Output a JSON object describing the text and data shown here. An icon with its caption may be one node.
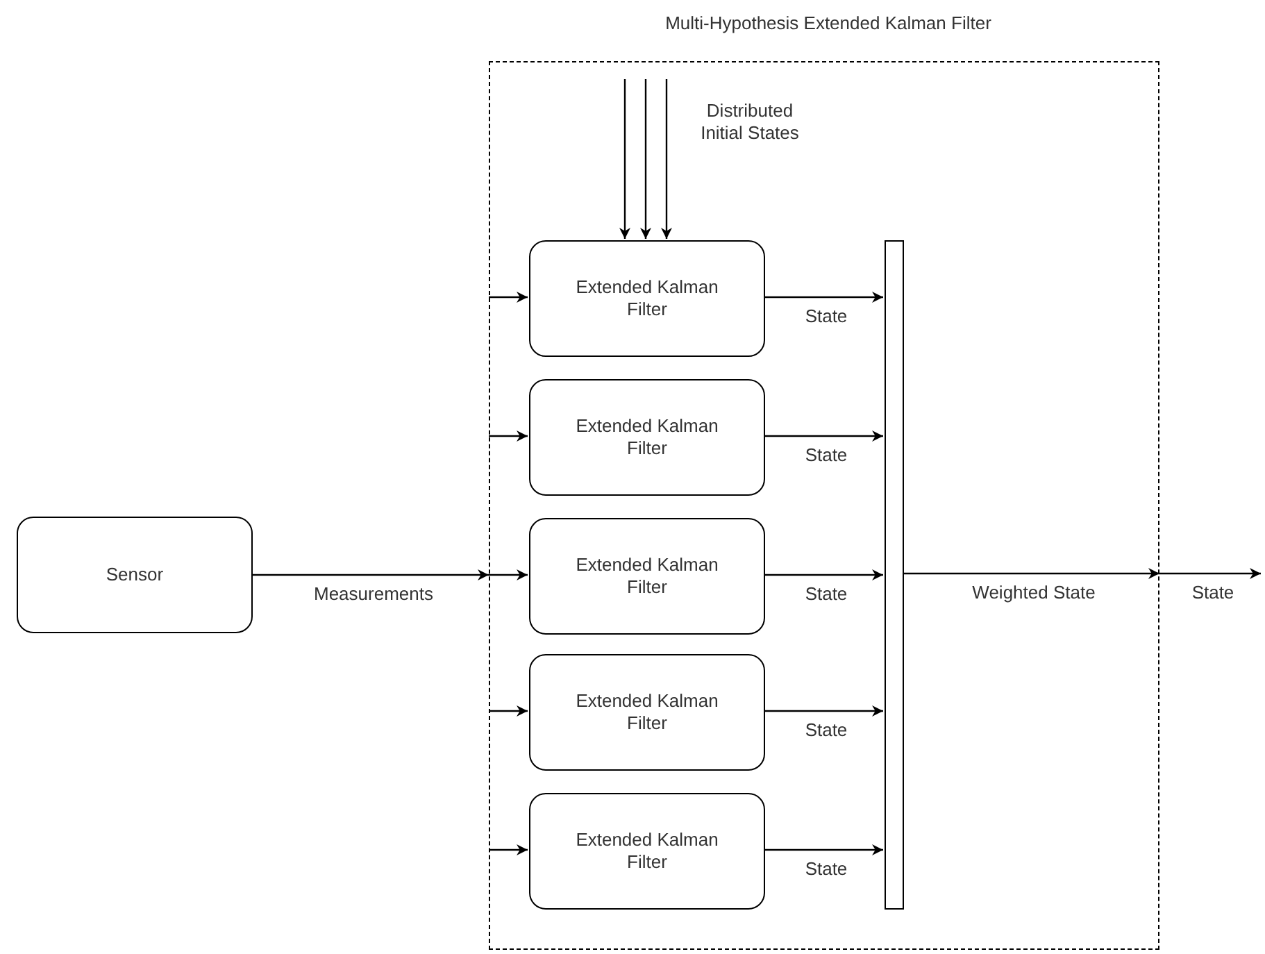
{
  "diagram": {
    "nodes": [
      {
        "text": [
          "Multi-Hypothesis Extended Kalman Filter"
        ]
      },
      {
        "text": [
          "Sensor"
        ]
      },
      {
        "text": [
          "Extended Kalman Filter"
        ],
        "in": 0
      },
      {
        "text": [
          "Extended Kalman Filter"
        ],
        "in": 0
      },
      {
        "text": [
          "Extended Kalman Filter"
        ],
        "in": 0
      },
      {
        "text": [
          "Extended Kalman Filter"
        ],
        "in": 0
      },
      {
        "text": [
          "Extended Kalman Filter"
        ],
        "in": 0
      },
      {
        "text": [],
        "shape": "bar",
        "in": 0
      }
    ],
    "edges": [
      {
        "from": 1,
        "to": 0,
        "arrow": "to",
        "label": "Measurements"
      },
      {
        "from": 0,
        "to": 2,
        "arrow": "to"
      },
      {
        "from": 0,
        "to": 3,
        "arrow": "to"
      },
      {
        "from": 0,
        "to": 4,
        "arrow": "to"
      },
      {
        "from": 0,
        "to": 5,
        "arrow": "to"
      },
      {
        "from": 0,
        "to": 6,
        "arrow": "to"
      },
      {
        "from": null,
        "to": 2,
        "arrow": "to"
      },
      {
        "from": null,
        "to": 2,
        "arrow": "to"
      },
      {
        "from": null,
        "to": 2,
        "arrow": "to"
      },
      {
        "from": 2,
        "to": 7,
        "arrow": "to",
        "label": "State"
      },
      {
        "from": 3,
        "to": 7,
        "arrow": "to",
        "label": "State"
      },
      {
        "from": 4,
        "to": 7,
        "arrow": "to",
        "label": "State"
      },
      {
        "from": 5,
        "to": 7,
        "arrow": "to",
        "label": "State"
      },
      {
        "from": 6,
        "to": 7,
        "arrow": "to",
        "label": "State"
      },
      {
        "from": 7,
        "to": 0,
        "arrow": "to",
        "label": "Weighted State"
      },
      {
        "from": 0,
        "to": null,
        "arrow": "to",
        "label": "State"
      }
    ],
    "labels": [
      "Distributed Initial States"
    ]
  }
}
